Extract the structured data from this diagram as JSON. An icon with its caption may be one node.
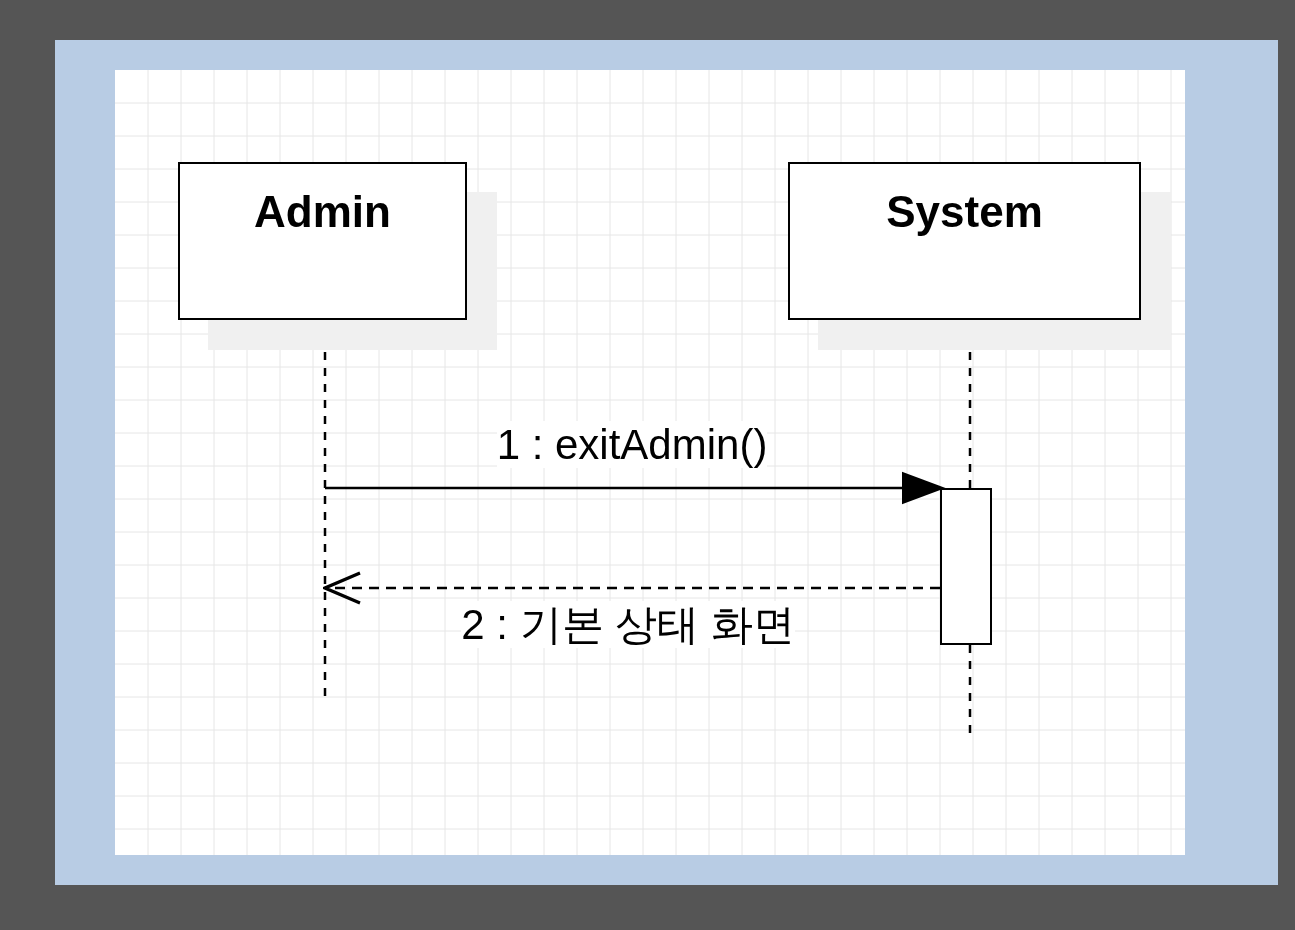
{
  "diagram": {
    "nodes": [
      {
        "text": [
          "Admin"
        ]
      },
      {
        "text": [
          "System"
        ]
      },
      {
        "text": [],
        "shape": "bar"
      }
    ],
    "edges": [
      {
        "from": 0,
        "to": null,
        "arrow": "none",
        "style": "dashed"
      },
      {
        "from": 1,
        "to": 2,
        "arrow": "none",
        "style": "dashed"
      },
      {
        "from": 2,
        "to": null,
        "arrow": "none",
        "style": "dashed"
      },
      {
        "from": null,
        "to": 2,
        "arrow": "to",
        "label": "1 : exitAdmin()"
      },
      {
        "from": 2,
        "to": null,
        "arrow": "to",
        "style": "dashed",
        "label": "2 : 기본 상태 화면"
      }
    ]
  }
}
